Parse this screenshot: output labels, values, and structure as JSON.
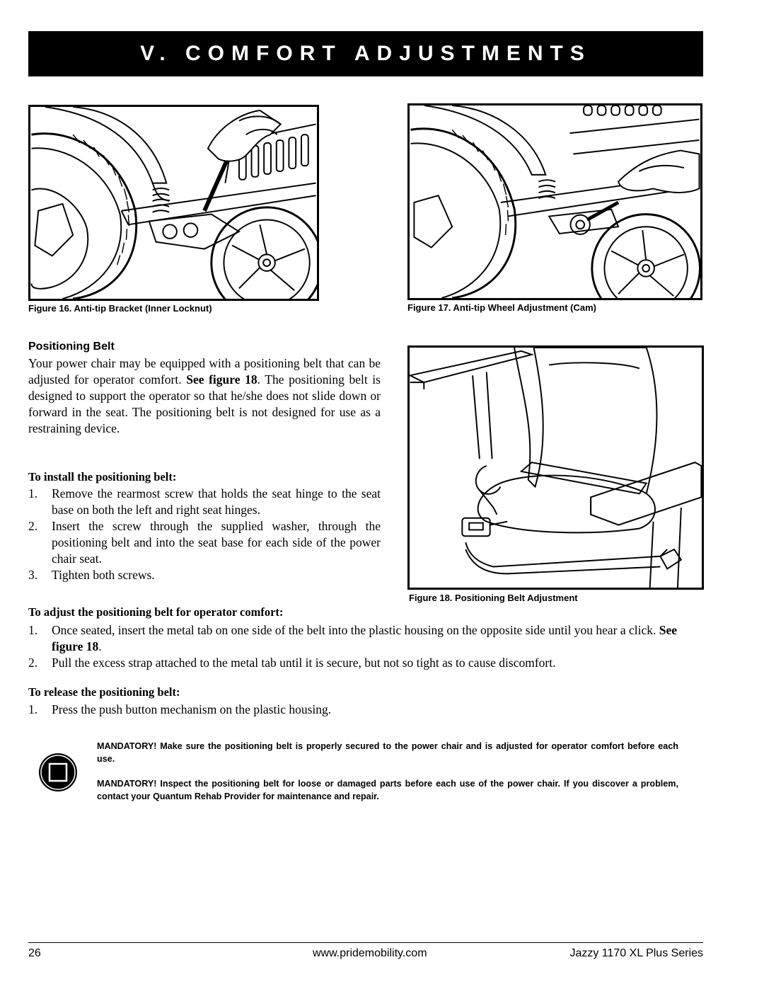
{
  "header": {
    "title": "V. COMFORT ADJUSTMENTS"
  },
  "figures": {
    "fig16": "Figure 16. Anti-tip Bracket (Inner Locknut)",
    "fig17": "Figure 17. Anti-tip Wheel Adjustment (Cam)",
    "fig18": "Figure 18. Positioning Belt Adjustment"
  },
  "section": {
    "heading": "Positioning Belt",
    "intro_a": "Your power chair may be equipped with a positioning belt that can be adjusted for operator comfort.",
    "intro_ref": "See figure 18",
    "intro_b": "The positioning belt is designed to support the operator so that he/she does not slide down or forward in the seat. The positioning belt is not designed for use as a restraining device."
  },
  "install": {
    "heading": "To install the positioning belt:",
    "steps": [
      {
        "num": "1.",
        "text": "Remove the rearmost screw that holds the seat hinge to the seat base on both the left and right seat hinges."
      },
      {
        "num": "2.",
        "text": "Insert the screw through the supplied washer, through the positioning belt and into the seat base for each side of the power chair seat."
      },
      {
        "num": "3.",
        "text": "Tighten both screws."
      }
    ]
  },
  "adjust": {
    "heading": "To adjust the positioning belt for operator comfort:",
    "steps": [
      {
        "num": "1.",
        "text": "Once seated, insert the metal tab on one side of the belt into the plastic housing on the opposite side until you hear a click.",
        "ref": "See figure 18"
      },
      {
        "num": "2.",
        "text": "Pull the excess strap attached to the metal tab until it is secure, but not so tight as to cause discomfort."
      }
    ]
  },
  "release": {
    "heading": "To release the positioning belt:",
    "steps": [
      {
        "num": "1.",
        "text": "Press the push button mechanism on the plastic housing."
      }
    ]
  },
  "mandatory": [
    "MANDATORY!  Make sure the positioning belt is properly secured to the power chair and is adjusted for operator comfort before each use.",
    "MANDATORY! Inspect the positioning belt for loose or damaged parts before each use of the power chair. If you discover a problem, contact your Quantum Rehab Provider for maintenance and repair."
  ],
  "footer": {
    "page": "26",
    "url": "www.pridemobility.com",
    "product": "Jazzy 1170 XL Plus Series"
  }
}
